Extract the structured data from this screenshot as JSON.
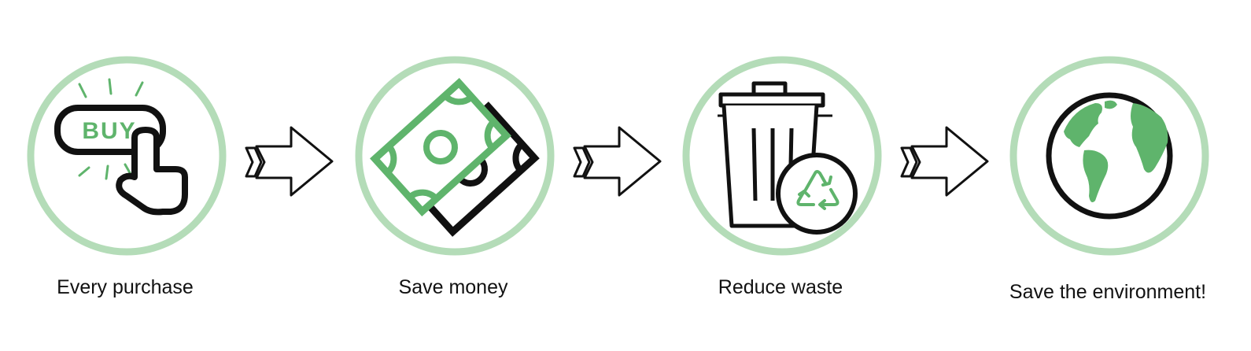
{
  "colors": {
    "ring": "#b4dcb8",
    "accent": "#5fb46c",
    "ink": "#111111"
  },
  "steps": [
    {
      "label": "Every purchase",
      "icon": "buy-button-icon",
      "icon_text": "BUY"
    },
    {
      "label": "Save money",
      "icon": "money-icon"
    },
    {
      "label": "Reduce waste",
      "icon": "trash-recycle-icon"
    },
    {
      "label": "Save the environment!",
      "icon": "globe-icon"
    }
  ],
  "connector_icon": "arrow-right-icon"
}
